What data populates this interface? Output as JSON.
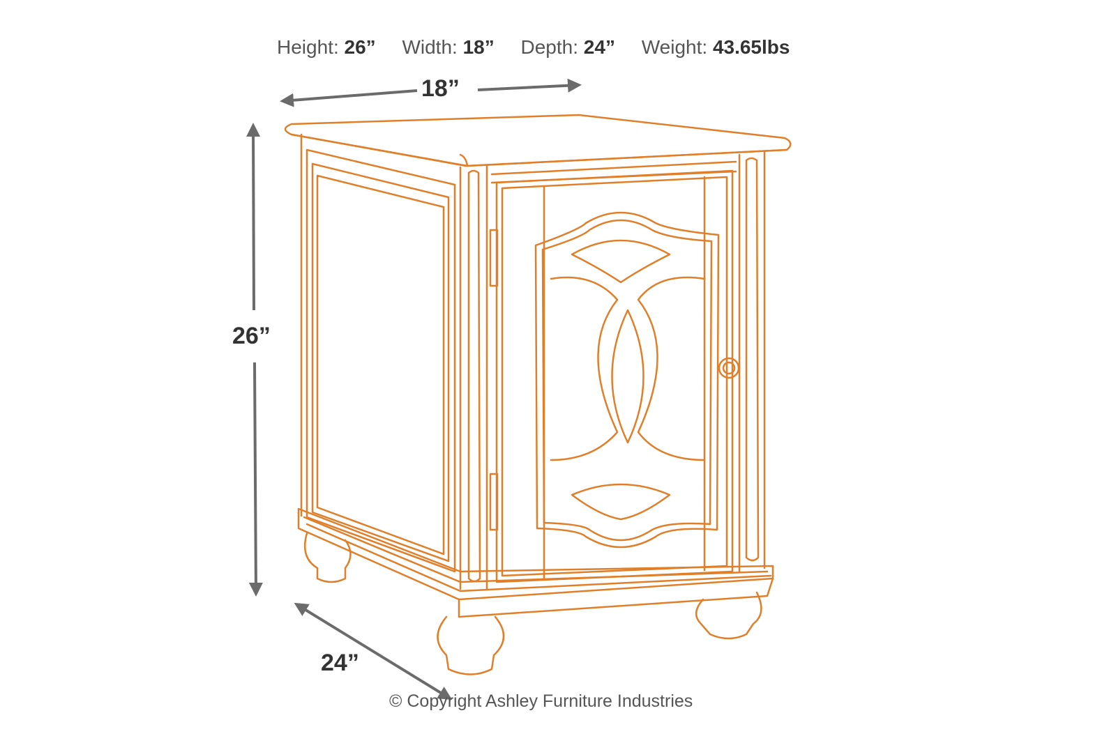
{
  "specs": {
    "height_label": "Height:",
    "height_value": "26”",
    "width_label": "Width:",
    "width_value": "18”",
    "depth_label": "Depth:",
    "depth_value": "24”",
    "weight_label": "Weight:",
    "weight_value": "43.65lbs"
  },
  "dimensions": {
    "width": "18”",
    "height": "26”",
    "depth": "24”"
  },
  "colors": {
    "outline": "#e07f2a",
    "arrow": "#6b6b6b",
    "text": "#333333"
  },
  "copyright": "© Copyright Ashley Furniture Industries"
}
